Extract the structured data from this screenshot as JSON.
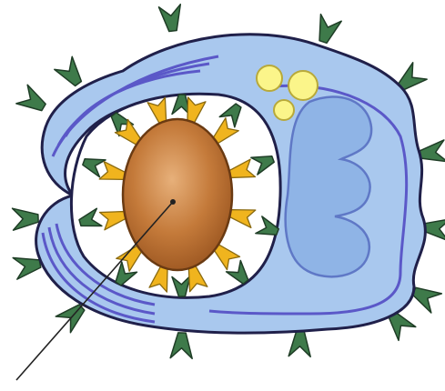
{
  "colors": {
    "cytoplasm": "#a9c8ee",
    "cytoplasm_dark": "#95b6e6",
    "membrane": "#3a3fb0",
    "membrane_inner": "#5b58c8",
    "nucleus": "#8fb4e6",
    "nucleus_outline": "#5f78c6",
    "receptor": "#3e7a4a",
    "receptor_outline": "#1f3d26",
    "antibody_yellow": "#f0b41e",
    "antigen_fill": "#c47a3a",
    "antigen_highlight": "#e7b07a",
    "granule": "#fbf58a",
    "pointer_line": "#222222",
    "outline": "#20204a"
  },
  "diagram": {
    "cell_icon": "phagocyte-cell-icon",
    "target_icon": "antigen-particle-icon",
    "receptor_icon": "receptor-spike-icon",
    "antibody_icon": "antibody-icon",
    "granule_count": 3,
    "antibody_count": 12,
    "outer_receptor_count": 14,
    "inner_receptor_count": 10
  }
}
